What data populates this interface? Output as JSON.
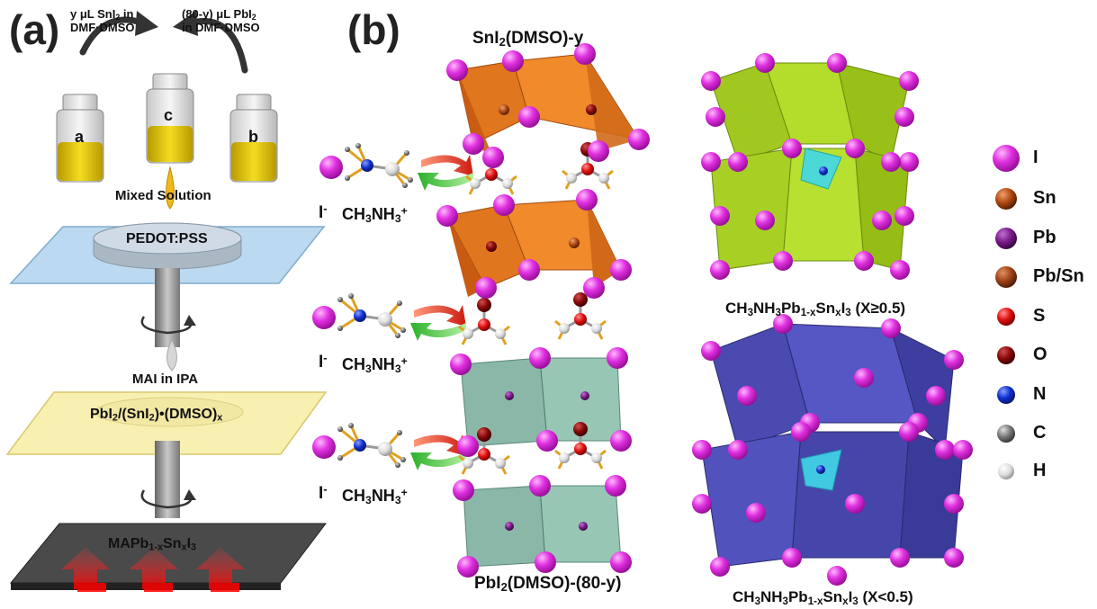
{
  "panel_a": {
    "label": "(a)",
    "vial_a_label": "a",
    "vial_b_label": "b",
    "vial_c_label": "c",
    "snI2_line1": "y μL SnI",
    "snI2_line1_sub": "2",
    "snI2_line1_tail": " in",
    "snI2_line2": "DMF·DMSO",
    "pbI2_line1": "(80-y) μL PbI",
    "pbI2_line1_sub": "2",
    "pbI2_line2": "in DMF·DMSO",
    "mixed_solution": "Mixed Solution",
    "pedot": "PEDOT:PSS",
    "mai": "MAI in IPA",
    "intermediate_a": "PbI",
    "intermediate_sub1": "2",
    "intermediate_b": "/(SnI",
    "intermediate_sub2": "2",
    "intermediate_c": ")•(DMSO)",
    "intermediate_sub3": "x",
    "film_a": "MAPb",
    "film_sub1": "1-x",
    "film_b": "Sn",
    "film_sub2": "x",
    "film_c": "I",
    "film_sub3": "3"
  },
  "panel_b": {
    "label": "(b)",
    "top_title_a": "SnI",
    "top_title_sub": "2",
    "top_title_b": "(DMSO)-y",
    "bottom_title_a": "PbI",
    "bottom_title_sub": "2",
    "bottom_title_b": "(DMSO)-(80-y)",
    "iodide": "I",
    "iodide_sup": "-",
    "ma_a": "CH",
    "ma_sub1": "3",
    "ma_b": "NH",
    "ma_sub2": "3",
    "ma_sup": "+",
    "struct1_a": "CH",
    "struct1_s1": "3",
    "struct1_b": "NH",
    "struct1_s2": "3",
    "struct1_c": "Pb",
    "struct1_s3": "1-x",
    "struct1_d": "Sn",
    "struct1_s4": "x",
    "struct1_e": "I",
    "struct1_s5": "3",
    "struct1_cond": " (X≥0.5)",
    "struct2_cond": " (X<0.5)"
  },
  "legend": [
    {
      "label": "I",
      "color": "#e030e0"
    },
    {
      "label": "Sn",
      "color": "#b04a10"
    },
    {
      "label": "Pb",
      "color": "#7a1a8a"
    },
    {
      "label": "Pb/Sn",
      "color": "#a04418"
    },
    {
      "label": "S",
      "color": "#e01010"
    },
    {
      "label": "O",
      "color": "#8a0a0a"
    },
    {
      "label": "N",
      "color": "#1030d0"
    },
    {
      "label": "C",
      "color": "#7a7a7a"
    },
    {
      "label": "H",
      "color": "#dddddd"
    }
  ]
}
